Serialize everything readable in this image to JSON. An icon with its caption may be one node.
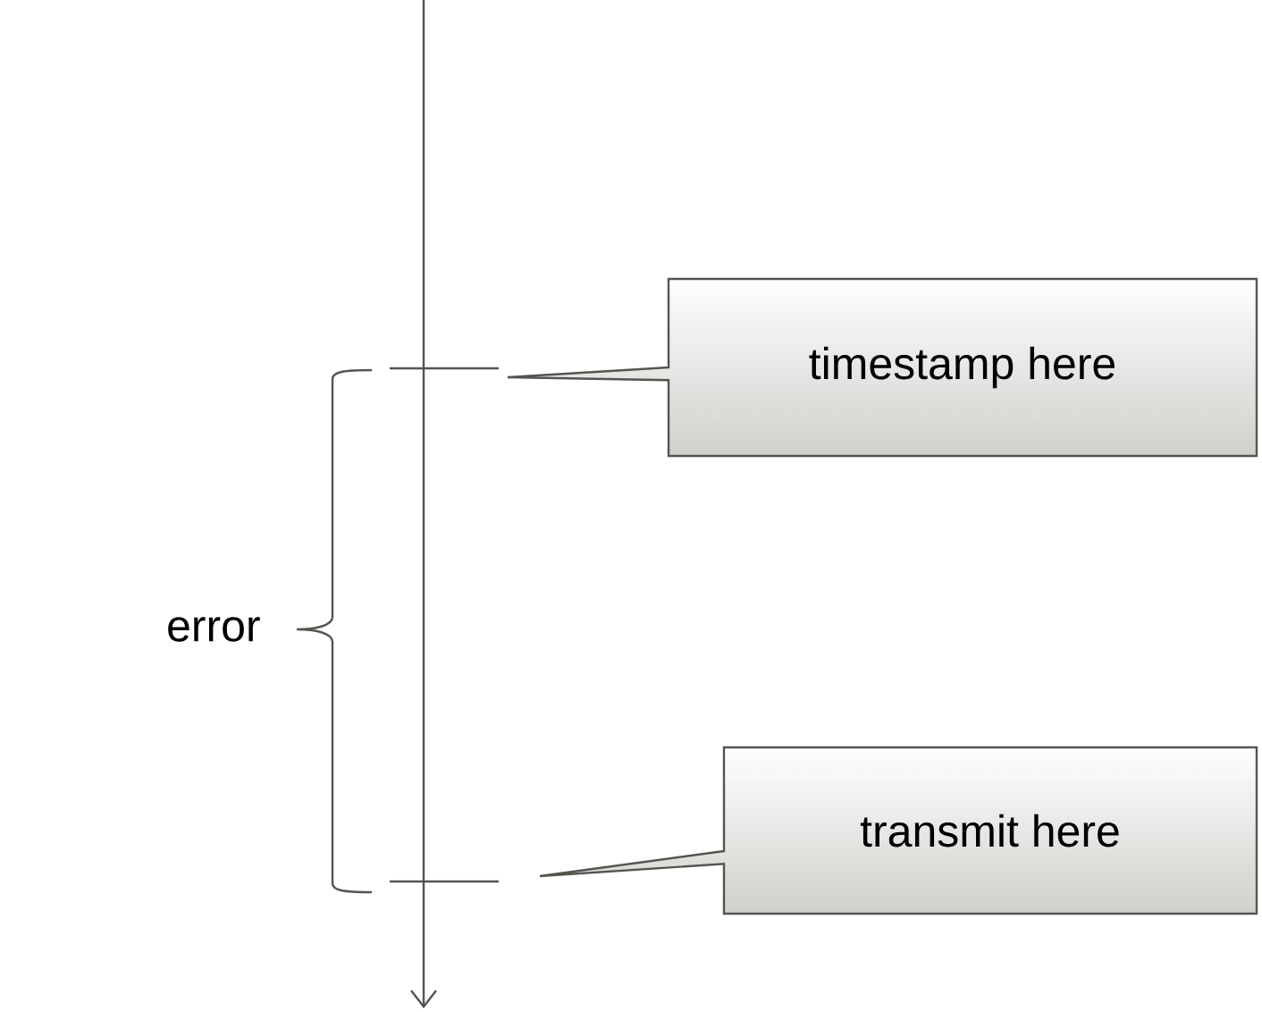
{
  "diagram": {
    "nodes": [
      {
        "text": [
          "timestamp here"
        ]
      },
      {
        "text": [
          "transmit here"
        ]
      }
    ],
    "labels": [
      "error"
    ]
  }
}
